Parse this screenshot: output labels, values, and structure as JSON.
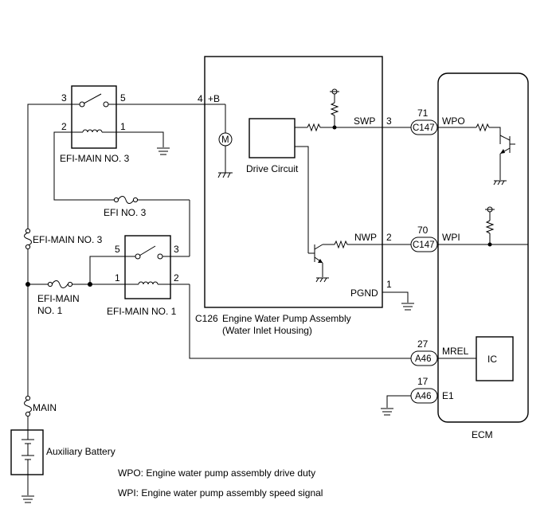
{
  "components": {
    "efi_main3_relay": {
      "label": "EFI-MAIN NO. 3",
      "pins": {
        "p3": "3",
        "p5": "5",
        "p2": "2",
        "p1": "1"
      }
    },
    "efi_main1_relay": {
      "label": "EFI-MAIN NO. 1",
      "pins": {
        "p5": "5",
        "p3": "3",
        "p1": "1",
        "p2": "2"
      }
    },
    "efi_no3_fuse": {
      "label": "EFI NO. 3"
    },
    "efi_main3_fuse": {
      "label": "EFI-MAIN NO. 3"
    },
    "efi_main1_fuse": {
      "label_line1": "EFI-MAIN",
      "label_line2": "NO. 1"
    },
    "main_fuse": {
      "label": "MAIN"
    },
    "battery": {
      "label": "Auxiliary Battery"
    },
    "pump": {
      "connector": "C126",
      "title_line1": "Engine Water Pump Assembly",
      "title_line2": "(Water Inlet Housing)",
      "motor_symbol": "M",
      "drive_circuit": "Drive Circuit",
      "pin_plusb_num": "4",
      "pin_plusb_name": "+B",
      "pin_swp_name": "SWP",
      "pin_swp_num": "3",
      "pin_nwp_name": "NWP",
      "pin_nwp_num": "2",
      "pin_pgnd_name": "PGND",
      "pin_pgnd_num": "1"
    },
    "ecm": {
      "label": "ECM",
      "ic": "IC",
      "pins": [
        {
          "num": "71",
          "connector": "C147",
          "name": "WPO"
        },
        {
          "num": "70",
          "connector": "C147",
          "name": "WPI"
        },
        {
          "num": "27",
          "connector": "A46",
          "name": "MREL"
        },
        {
          "num": "17",
          "connector": "A46",
          "name": "E1"
        }
      ]
    }
  },
  "legend": [
    "WPO: Engine water pump assembly drive duty",
    "WPI: Engine water pump assembly speed signal"
  ]
}
